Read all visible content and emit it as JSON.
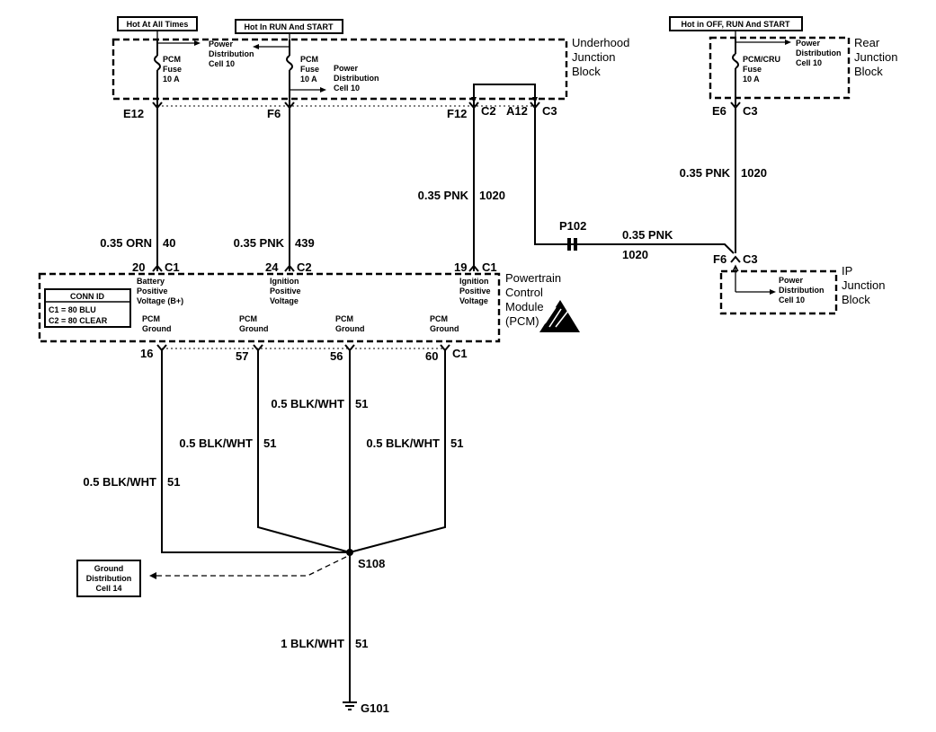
{
  "notes": {
    "hot_at_all_times": "Hot At All Times",
    "hot_run_start": "Hot In RUN And START",
    "hot_off_run_start": "Hot in OFF, RUN And START"
  },
  "underhood_block": {
    "l1": "Underhood",
    "l2": "Junction",
    "l3": "Block"
  },
  "rear_block": {
    "l1": "Rear",
    "l2": "Junction",
    "l3": "Block"
  },
  "ip_block": {
    "l1": "IP",
    "l2": "Junction",
    "l3": "Block"
  },
  "fuses": {
    "pcm1": {
      "l1": "PCM",
      "l2": "Fuse",
      "l3": "10 A"
    },
    "pcm2": {
      "l1": "PCM",
      "l2": "Fuse",
      "l3": "10 A"
    },
    "pcm_cru": {
      "l1": "PCM/CRU",
      "l2": "Fuse",
      "l3": "10 A"
    }
  },
  "power_dist": {
    "l1": "Power",
    "l2": "Distribution",
    "l3": "Cell 10"
  },
  "ground_dist": {
    "l1": "Ground",
    "l2": "Distribution",
    "l3": "Cell 14"
  },
  "connectors": {
    "e12": "E12",
    "f6": "F6",
    "f12": "F12",
    "c2": "C2",
    "a12": "A12",
    "c3": "C3",
    "e6": "E6",
    "rear_c3": "C3",
    "pin20": "20",
    "pin24": "24",
    "pin19": "19",
    "c1": "C1",
    "c2b": "C2",
    "c1b": "C1",
    "ip_f6": "F6",
    "ip_c3": "C3",
    "pin16": "16",
    "pin57": "57",
    "pin56": "56",
    "pin60": "60",
    "c1c": "C1"
  },
  "wires": {
    "orn_size": "0.35 ORN",
    "orn_ckt": "40",
    "pnk439_size": "0.35 PNK",
    "pnk439_ckt": "439",
    "pnk1020_size": "0.35 PNK",
    "pnk1020_ckt": "1020",
    "rear_pnk_size": "0.35 PNK",
    "rear_pnk_ckt": "1020",
    "p102": "P102",
    "p102_pnk": "0.35 PNK",
    "p102_ckt": "1020",
    "gnd1_size": "0.5 BLK/WHT",
    "gnd1_ckt": "51",
    "gnd2_size": "0.5 BLK/WHT",
    "gnd2_ckt": "51",
    "gnd3_size": "0.5 BLK/WHT",
    "gnd3_ckt": "51",
    "gnd4_size": "0.5 BLK/WHT",
    "gnd4_ckt": "51",
    "main_gnd_size": "1 BLK/WHT",
    "main_gnd_ckt": "51"
  },
  "pcm": {
    "l1": "Powertrain",
    "l2": "Control",
    "l3": "Module",
    "l4": "(PCM)",
    "bat_l1": "Battery",
    "bat_l2": "Positive",
    "bat_l3": "Voltage (B+)",
    "ign1_l1": "Ignition",
    "ign1_l2": "Positive",
    "ign1_l3": "Voltage",
    "ign2_l1": "Ignition",
    "ign2_l2": "Positive",
    "ign2_l3": "Voltage",
    "gnd_l1": "PCM",
    "gnd_l2": "Ground",
    "conn_id": "CONN ID",
    "conn_c1": "C1 = 80 BLU",
    "conn_c2": "C2 = 80 CLEAR"
  },
  "splice": "S108",
  "ground": "G101"
}
